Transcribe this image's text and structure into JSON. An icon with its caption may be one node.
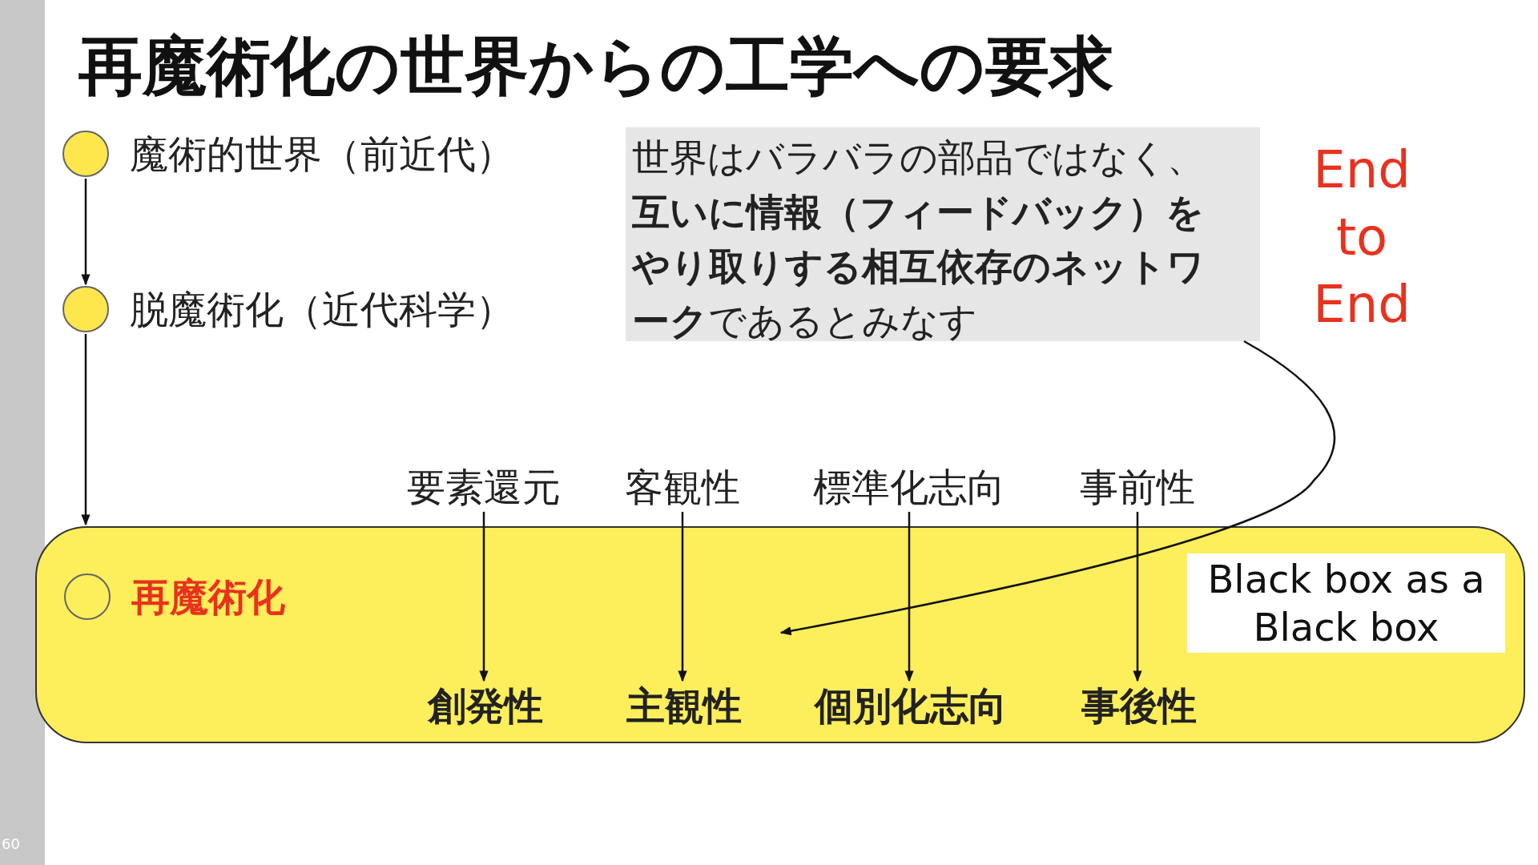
{
  "diagram": {
    "title": "再魔術化の世界からの工学への要求",
    "nodes": [
      {
        "text": [
          "魔術的世界（前近代）"
        ]
      },
      {
        "text": [
          "脱魔術化（近代科学）"
        ]
      },
      {
        "text": [],
        "shape": "box"
      },
      {
        "text": [
          "再魔術化"
        ],
        "in": 2
      },
      {
        "text": [
          "世界はバラバラの部品ではなく、**互いに情報（フィードバック）をやり取りする相互依存のネットワーク**であるとみなす"
        ]
      },
      {
        "text": [
          "要素還元"
        ]
      },
      {
        "text": [
          "客観性"
        ]
      },
      {
        "text": [
          "標準化志向"
        ]
      },
      {
        "text": [
          "事前性"
        ]
      },
      {
        "text": [
          "創発性"
        ],
        "in": 2
      },
      {
        "text": [
          "主観性"
        ],
        "in": 2
      },
      {
        "text": [
          "個別化志向"
        ],
        "in": 2
      },
      {
        "text": [
          "事後性"
        ],
        "in": 2
      },
      {
        "text": [
          "Black box as a Black box"
        ],
        "in": 2
      }
    ],
    "edges": [
      {
        "from": 0,
        "to": 1,
        "arrow": "to"
      },
      {
        "from": 1,
        "to": 2,
        "arrow": "to"
      },
      {
        "from": 5,
        "to": 9,
        "arrow": "to"
      },
      {
        "from": 6,
        "to": 10,
        "arrow": "to"
      },
      {
        "from": 7,
        "to": 11,
        "arrow": "to"
      },
      {
        "from": 8,
        "to": 12,
        "arrow": "to"
      },
      {
        "from": 4,
        "to": null,
        "arrow": "to"
      }
    ],
    "labels": [
      "End to End",
      "60"
    ]
  }
}
